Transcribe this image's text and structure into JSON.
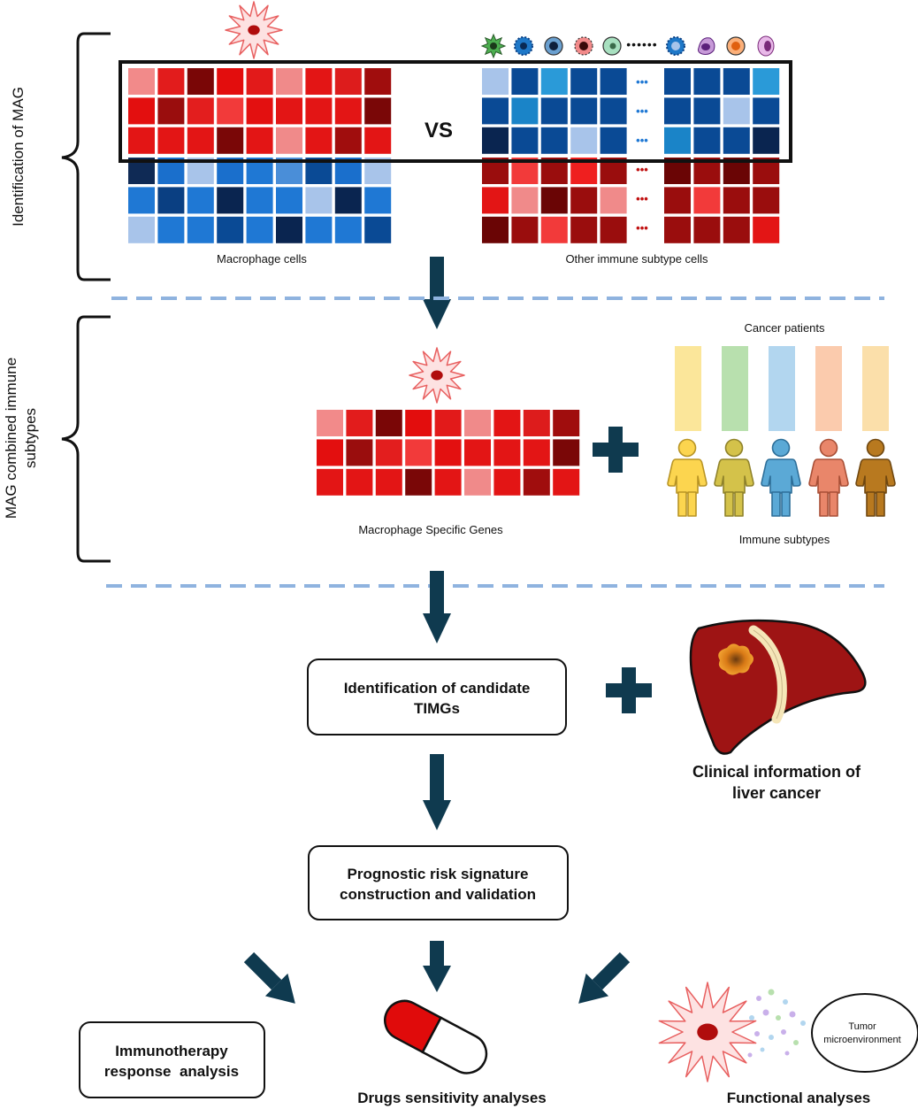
{
  "section_labels": {
    "identification": "Identification of MAG",
    "combined_line1": "MAG combined immune",
    "combined_line2": "subtypes"
  },
  "vs_label": "VS",
  "panel_labels": {
    "macrophage_cells": "Macrophage cells",
    "other_immune": "Other immune subtype cells",
    "macrophage_genes": "Macrophage Specific Genes",
    "cancer_patients": "Cancer patients",
    "immune_subtypes": "Immune subtypes"
  },
  "dots": {
    "top": "••••••",
    "blue": "•••",
    "red": "•••"
  },
  "heatmaps": {
    "mac_red": [
      [
        "#f28a8a",
        "#e21c1c",
        "#7a0606",
        "#e30d0d",
        "#e21a1a",
        "#f08a8a",
        "#e31515",
        "#dd1c1c",
        "#a00d0d"
      ],
      [
        "#e30f0f",
        "#9a0d0d",
        "#e31e1e",
        "#f23a3a",
        "#e31010",
        "#e31515",
        "#e31515",
        "#e31515",
        "#7a0707"
      ],
      [
        "#e31515",
        "#e31515",
        "#e31515",
        "#7a0707",
        "#e31515",
        "#f08a8a",
        "#e31515",
        "#a00d0d",
        "#e31515"
      ]
    ],
    "mac_blue": [
      [
        "#0f2a55",
        "#1a6fcc",
        "#a8c4ea",
        "#1a6fcc",
        "#1f78d4",
        "#4a8ed8",
        "#0a4a95",
        "#1a6fcc",
        "#a8c4ea"
      ],
      [
        "#1f78d4",
        "#0a3f82",
        "#1f78d4",
        "#0a2550",
        "#1f78d4",
        "#1f78d4",
        "#a8c4ea",
        "#0a2550",
        "#1f78d4"
      ],
      [
        "#a8c4ea",
        "#1f78d4",
        "#1f78d4",
        "#0a4a95",
        "#1f78d4",
        "#0a2550",
        "#1f78d4",
        "#1f78d4",
        "#0a4a95"
      ]
    ],
    "other_blue_left": [
      [
        "#a8c4ea",
        "#0a4a95",
        "#2a9ad8",
        "#0a4a95",
        "#0a4a95"
      ],
      [
        "#0a4a95",
        "#1a84c8",
        "#0a4a95",
        "#0a4a95",
        "#0a4a95"
      ],
      [
        "#0a2550",
        "#0a4a95",
        "#0a4a95",
        "#a8c4ea",
        "#0a4a95"
      ]
    ],
    "other_blue_right": [
      [
        "#0a4a95",
        "#0a4a95",
        "#0a4a95",
        "#2a9ad8"
      ],
      [
        "#0a4a95",
        "#0a4a95",
        "#a8c4ea",
        "#0a4a95"
      ],
      [
        "#1a84c8",
        "#0a4a95",
        "#0a4a95",
        "#0a2550"
      ]
    ],
    "other_red_left": [
      [
        "#9a0d0d",
        "#f23a3a",
        "#9a0d0d",
        "#ef1f1f",
        "#9a0d0d"
      ],
      [
        "#e31515",
        "#f08a8a",
        "#6a0505",
        "#9a0d0d",
        "#f08a8a"
      ],
      [
        "#6a0505",
        "#9a0d0d",
        "#f23a3a",
        "#9a0d0d",
        "#9a0d0d"
      ]
    ],
    "other_red_right": [
      [
        "#6a0505",
        "#9a0d0d",
        "#6a0505",
        "#9a0d0d"
      ],
      [
        "#9a0d0d",
        "#f23a3a",
        "#9a0d0d",
        "#9a0d0d"
      ],
      [
        "#9a0d0d",
        "#9a0d0d",
        "#9a0d0d",
        "#e31515"
      ]
    ],
    "genes_red": [
      [
        "#f28a8a",
        "#e21c1c",
        "#7a0606",
        "#e30d0d",
        "#e21a1a",
        "#f08a8a",
        "#e31515",
        "#dd1c1c",
        "#a00d0d"
      ],
      [
        "#e30f0f",
        "#9a0d0d",
        "#e31e1e",
        "#f23a3a",
        "#e31010",
        "#e31515",
        "#e31515",
        "#e31515",
        "#7a0707"
      ],
      [
        "#e31515",
        "#e31515",
        "#e31515",
        "#7a0707",
        "#e31515",
        "#f08a8a",
        "#e31515",
        "#a00d0d",
        "#e31515"
      ]
    ]
  },
  "patient_bars": [
    "#fbe69a",
    "#b8e0ae",
    "#b2d6ef",
    "#fbcbad",
    "#fbdfaa"
  ],
  "people": [
    {
      "fill": "#fcd54f",
      "stroke": "#b89424"
    },
    {
      "fill": "#d4c24a",
      "stroke": "#8f822a"
    },
    {
      "fill": "#5ba9d6",
      "stroke": "#2d6e98"
    },
    {
      "fill": "#e9866a",
      "stroke": "#a84f36"
    },
    {
      "fill": "#b8791f",
      "stroke": "#6f4710"
    }
  ],
  "top_cell_icons": [
    {
      "name": "dendritic-cell-icon",
      "fill": "#4caf50",
      "core": "#1b3a1b"
    },
    {
      "name": "nk-cell-icon",
      "fill": "#1e78c8",
      "core": "#0a2a55"
    },
    {
      "name": "t-cell-icon",
      "fill": "#6aa0d0",
      "core": "#0f1f3a"
    },
    {
      "name": "b-cell-icon",
      "fill": "#f28a8a",
      "core": "#3a0a0a"
    },
    {
      "name": "monocyte-icon",
      "fill": "#a8e0c0",
      "core": "#3a6a4a"
    },
    {
      "name": "plasma-cell-icon",
      "fill": "#1e78c8",
      "core": "#a8c4ea"
    },
    {
      "name": "eosinophil-icon",
      "fill": "#c79ad8",
      "core": "#5a1f7a"
    },
    {
      "name": "basophil-icon",
      "fill": "#fbb07a",
      "core": "#e0600f"
    },
    {
      "name": "neutrophil-icon",
      "fill": "#e8b8e8",
      "core": "#7a2a7a"
    }
  ],
  "boxes": {
    "candidate_line1": "Identification of candidate",
    "candidate_line2": "TIMGs",
    "signature_line1": "Prognostic risk signature",
    "signature_line2": "construction and validation",
    "immuno_line1": "Immunotherapy",
    "immuno_line2": "response  analysis"
  },
  "liver_caption_line1": "Clinical information of",
  "liver_caption_line2": "liver cancer",
  "bottom_labels": {
    "drugs": "Drugs sensitivity analyses",
    "functional": "Functional analyses"
  },
  "tme_line1": "Tumor",
  "tme_line2": "microenvironment",
  "colors": {
    "arrow": "#0f3a4f",
    "dashed": "#8fb3df",
    "macrophage_fill": "#fde2e2",
    "macrophage_stroke": "#e86060",
    "nucleus": "#b00d0d",
    "liver": "#9e1414",
    "tumor": "#d97a16",
    "pill_red": "#e00b0b"
  }
}
